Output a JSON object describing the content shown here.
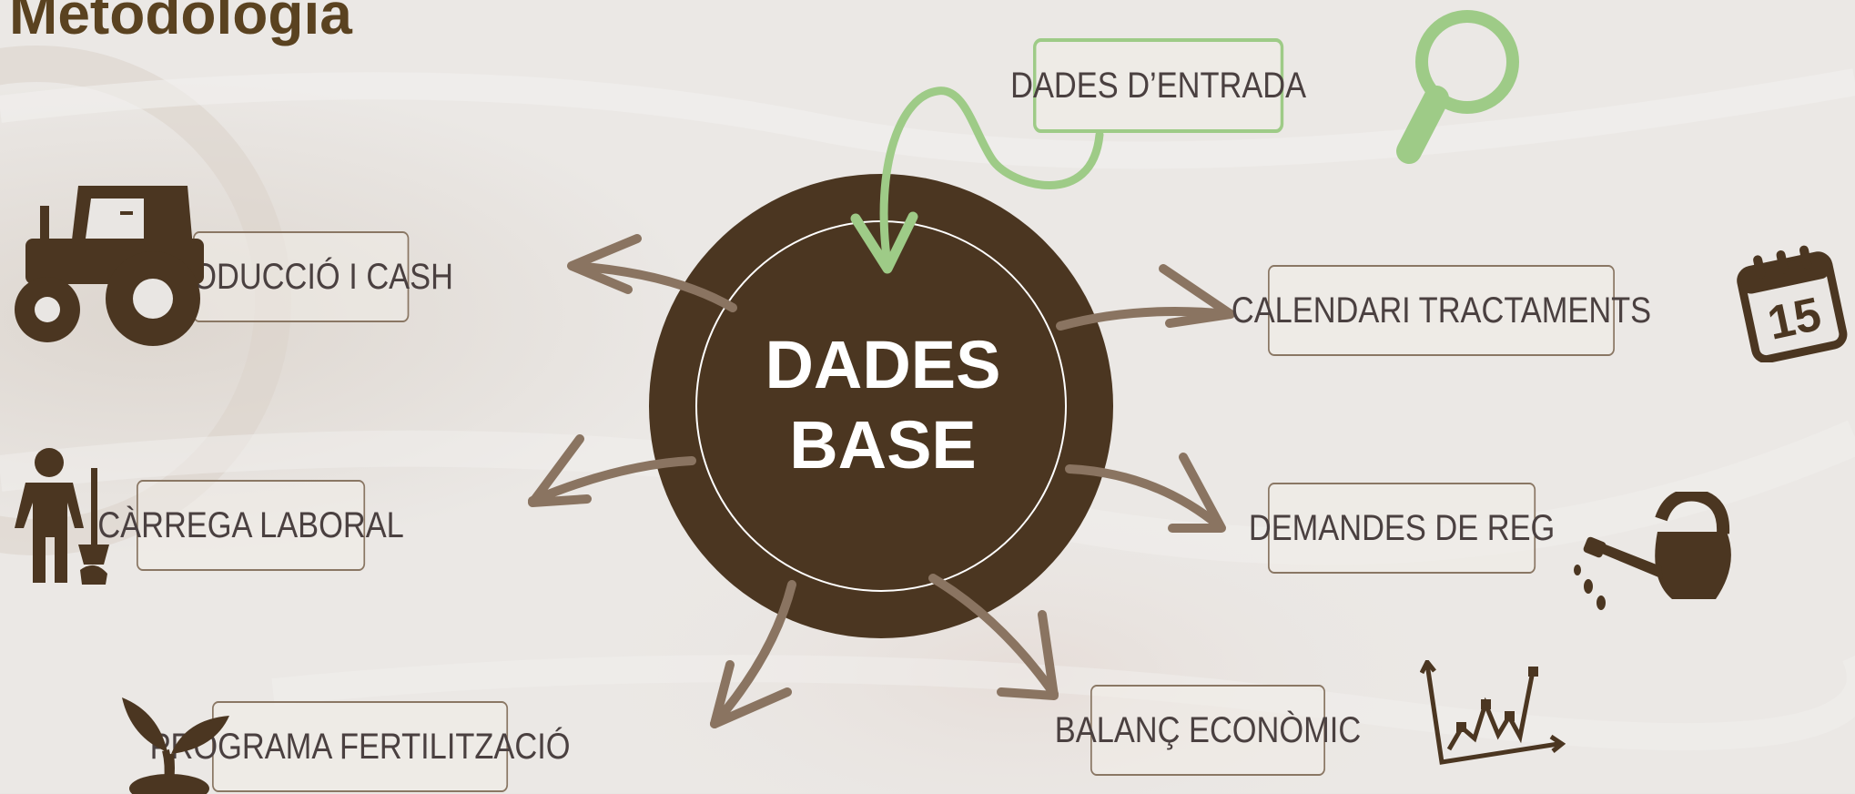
{
  "title": "Metodologia",
  "center": {
    "line1": "DADES",
    "line2": "BASE"
  },
  "input_box": {
    "label": "DADES D’ENTRADA"
  },
  "outputs": [
    {
      "label": "PRODUCCIÓ I CASH",
      "icon": "tractor-icon"
    },
    {
      "label": "CÀRREGA LABORAL",
      "icon": "worker-icon"
    },
    {
      "label": "PROGRAMA FERTILITZACIÓ",
      "icon": "sprout-icon"
    },
    {
      "label": "BALANÇ ECONÒMIC",
      "icon": "line-chart-icon"
    },
    {
      "label": "DEMANDES DE REG",
      "icon": "watering-can-icon"
    },
    {
      "label": "CALENDARI TRACTAMENTS",
      "icon": "calendar-icon"
    }
  ],
  "calendar_day": "15",
  "colors": {
    "title": "#5a4220",
    "circle": "#4b3621",
    "arrow": "#8a7461",
    "input_accent": "#9ecb87",
    "icon": "#4b3621"
  }
}
